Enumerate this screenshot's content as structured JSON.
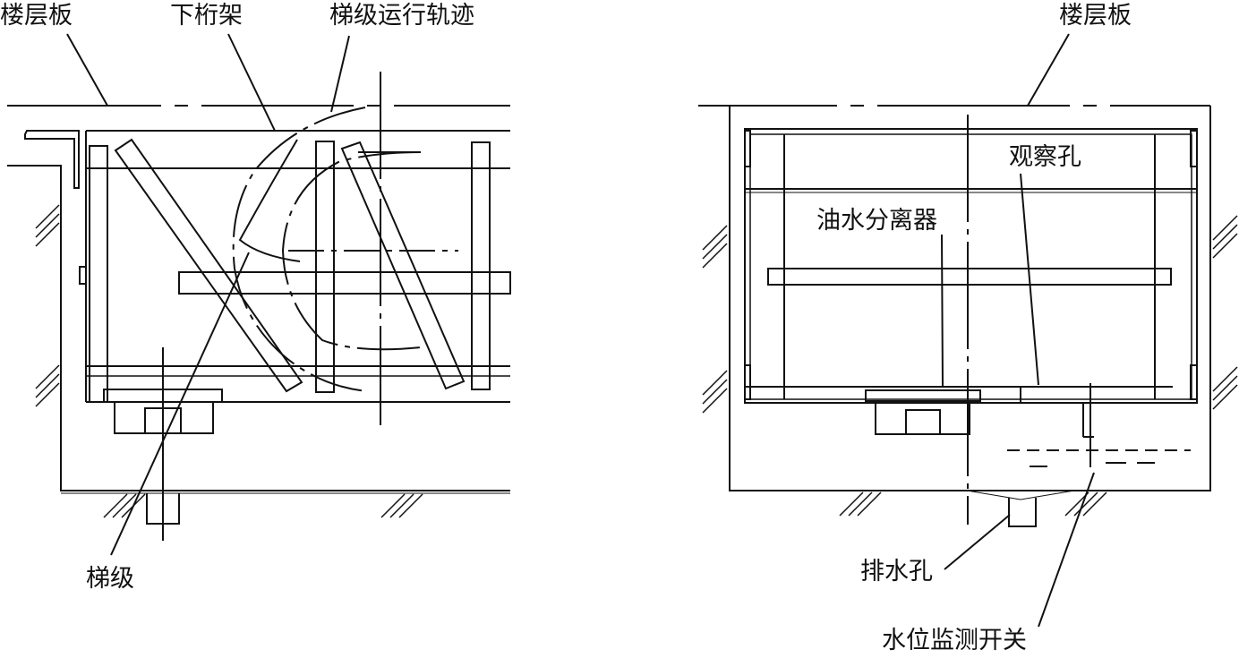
{
  "left_view": {
    "labels": {
      "floor_slab": "楼层板",
      "lower_truss": "下桁架",
      "step_track": "梯级运行轨迹",
      "step": "梯级"
    }
  },
  "right_view": {
    "labels": {
      "floor_slab": "楼层板",
      "inspection_hole": "观察孔",
      "oil_water_separator": "油水分离器",
      "drain_hole": "排水孔",
      "water_level_switch": "水位监测开关"
    }
  },
  "colors": {
    "line": "#111111",
    "background": "#ffffff"
  }
}
